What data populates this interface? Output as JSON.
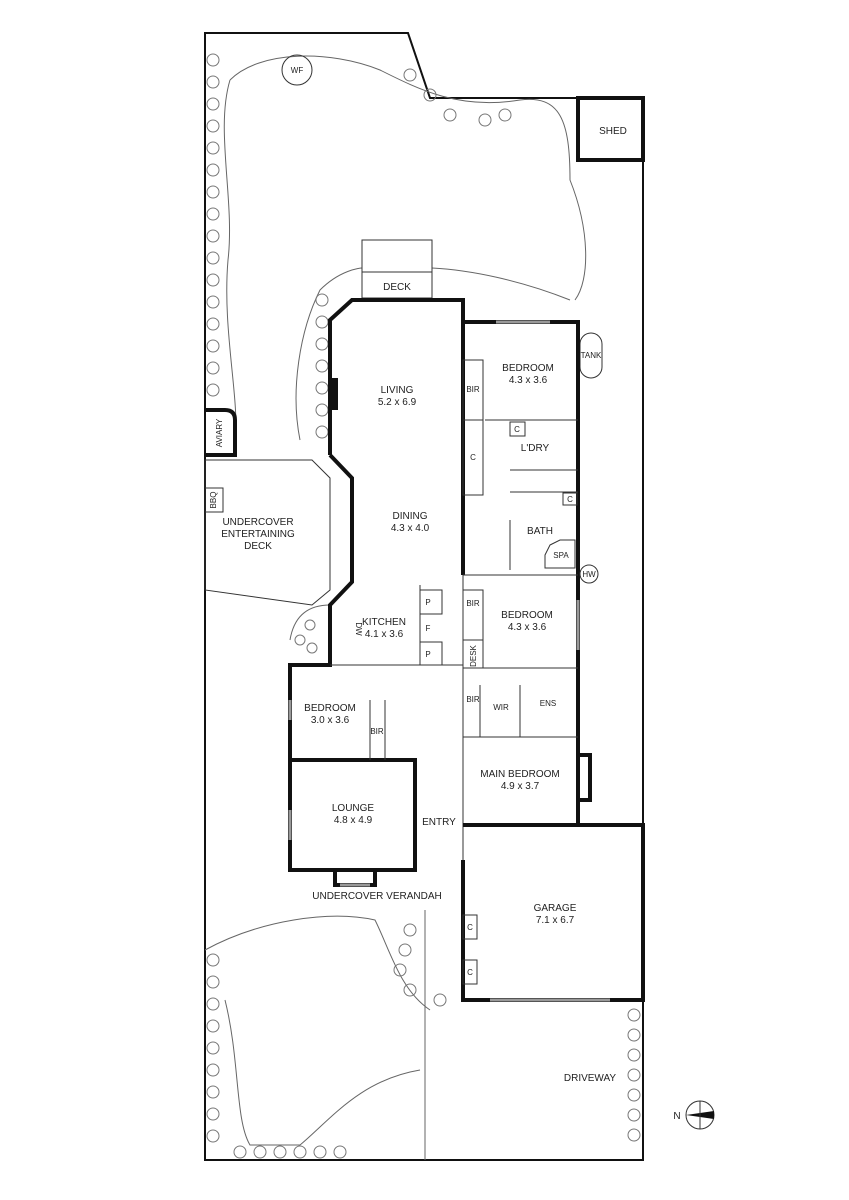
{
  "plan": {
    "rooms": {
      "living": {
        "name": "LIVING",
        "dims": "5.2 x 6.9"
      },
      "dining": {
        "name": "DINING",
        "dims": "4.3 x 4.0"
      },
      "kitchen": {
        "name": "KITCHEN",
        "dims": "4.1 x 3.6"
      },
      "bedroom_ne": {
        "name": "BEDROOM",
        "dims": "4.3 x 3.6"
      },
      "bedroom_e": {
        "name": "BEDROOM",
        "dims": "4.3 x 3.6"
      },
      "bedroom_w": {
        "name": "BEDROOM",
        "dims": "3.0 x 3.6"
      },
      "lounge": {
        "name": "LOUNGE",
        "dims": "4.8 x 4.9"
      },
      "main_bedroom": {
        "name": "MAIN BEDROOM",
        "dims": "4.9 x 3.7"
      },
      "garage": {
        "name": "GARAGE",
        "dims": "7.1 x 6.7"
      }
    },
    "labels": {
      "deck": "DECK",
      "shed": "SHED",
      "wf": "WF",
      "tank": "TANK",
      "aviary": "AVIARY",
      "bbq": "BBQ",
      "entertaining_1": "UNDERCOVER",
      "entertaining_2": "ENTERTAINING",
      "entertaining_3": "DECK",
      "laundry": "L'DRY",
      "bath": "BATH",
      "spa": "SPA",
      "hw": "HW",
      "bir": "BIR",
      "c": "C",
      "p": "P",
      "f": "F",
      "dw": "DW",
      "desk": "DESK",
      "wir": "WIR",
      "ens": "ENS",
      "entry": "ENTRY",
      "verandah": "UNDERCOVER VERANDAH",
      "driveway": "DRIVEWAY",
      "north": "N"
    }
  }
}
